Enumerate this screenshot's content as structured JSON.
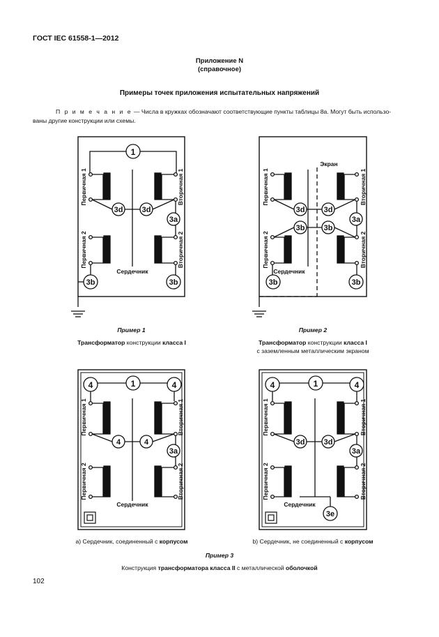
{
  "page": {
    "header": "ГОСТ IEC 61558-1—2012",
    "annex_title": "Приложение N",
    "annex_subtitle": "(справочное)",
    "section_heading": "Примеры точек приложения испытательных напряжений",
    "note_prefix": "П р и м е ч а н и е",
    "note_line1": " — Числа в кружках обозначают соответствующие пункты таблицы 8а. Могут быть использо-",
    "note_line2": "ваны другие конструкции или схемы.",
    "page_number": "102"
  },
  "labels": {
    "primary1": "Первичная 1",
    "primary2": "Первичная 2",
    "secondary1": "Вторичная 1",
    "secondary2": "Вторичная 2",
    "core": "Сердечник",
    "screen": "Экран"
  },
  "circle_labels": {
    "c1": "1",
    "c3a": "3a",
    "c3b": "3b",
    "c3d": "3d",
    "c3e": "3e",
    "c4": "4"
  },
  "captions": {
    "example1": "Пример 1",
    "example1_desc_b1": "Трансформатор",
    "example1_desc_t1": " конструкции ",
    "example1_desc_b2": "класса I",
    "example2": "Пример 2",
    "example2_desc_b1": "Трансформатор",
    "example2_desc_t1": " конструкции ",
    "example2_desc_b2": "класса I",
    "example2_desc_line2": "с заземленным металлическим экраном",
    "example3a_text": "a) Сердечник, соединенный с ",
    "example3a_bold": "корпусом",
    "example3b_text": "b) Сердечник, не соединенный с ",
    "example3b_bold": "корпусом",
    "example3": "Пример 3",
    "example3_t1": "Конструкция ",
    "example3_b1": "трансформатора класса II",
    "example3_t2": " с металлической ",
    "example3_b2": "оболочкой"
  }
}
